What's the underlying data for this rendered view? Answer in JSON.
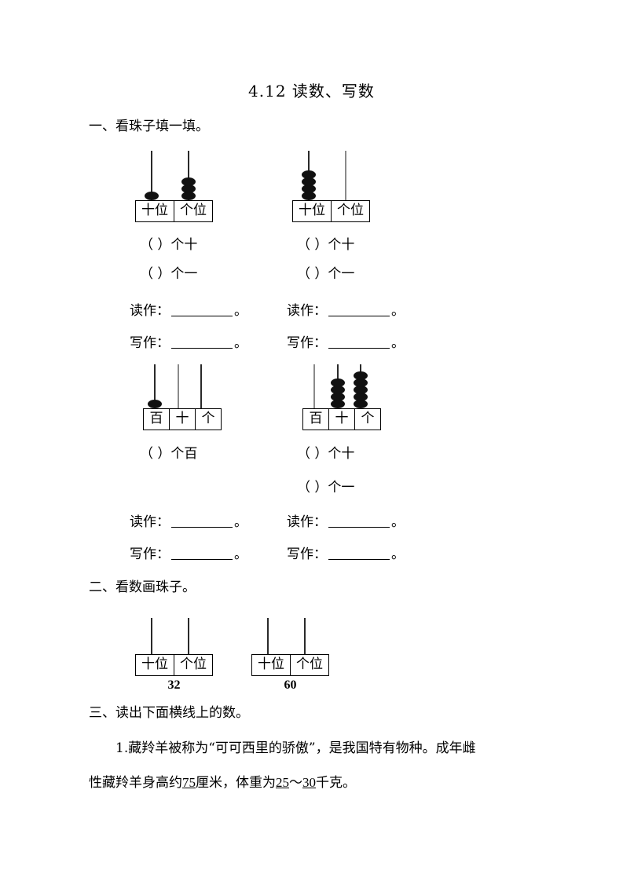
{
  "document": {
    "title": "4.12 读数、写数"
  },
  "sections": [
    {
      "heading": "一、看珠子填一填。",
      "exercises": [
        {
          "abacus": {
            "columns": [
              "十位",
              "个位"
            ],
            "beads": [
              1,
              3
            ]
          },
          "prompts": [
            "（        ）个十",
            "（        ）个一"
          ],
          "answer_lines": [
            "读作：",
            "写作："
          ]
        },
        {
          "abacus": {
            "columns": [
              "十位",
              "个位"
            ],
            "beads": [
              4,
              0
            ]
          },
          "prompts": [
            "（        ）个十",
            "（        ）个一"
          ],
          "answer_lines": [
            "读作：",
            "写作："
          ]
        },
        {
          "abacus": {
            "columns": [
              "百",
              "十",
              "个"
            ],
            "beads": [
              1,
              0,
              0
            ]
          },
          "prompts": [
            "（        ）个百"
          ],
          "answer_lines": [
            "读作：",
            "写作："
          ]
        },
        {
          "abacus": {
            "columns": [
              "百",
              "十",
              "个"
            ],
            "beads": [
              0,
              4,
              5
            ]
          },
          "prompts": [
            "（        ）个十",
            "（        ）个一"
          ],
          "answer_lines": [
            "读作：",
            "写作："
          ]
        }
      ]
    },
    {
      "heading": "二、看数画珠子。",
      "draw_exercises": [
        {
          "columns": [
            "十位",
            "个位"
          ],
          "number": "32"
        },
        {
          "columns": [
            "十位",
            "个位"
          ],
          "number": "60"
        }
      ]
    },
    {
      "heading": "三、读出下面横线上的数。",
      "question_number": "1.",
      "paragraph_line1": "藏羚羊被称为“可可西里的骄傲”，是我国特有物种。成年雌",
      "paragraph_line2_a": "性藏羚羊身高约",
      "paragraph_line2_num1": "75",
      "paragraph_line2_b": "厘米，体重为",
      "paragraph_line2_num2": "25",
      "paragraph_line2_tilde": "～",
      "paragraph_line2_num3": "30",
      "paragraph_line2_c": "千克。"
    }
  ],
  "labels": {
    "read_as": "读作：",
    "write_as": "写作：",
    "period": "。"
  }
}
